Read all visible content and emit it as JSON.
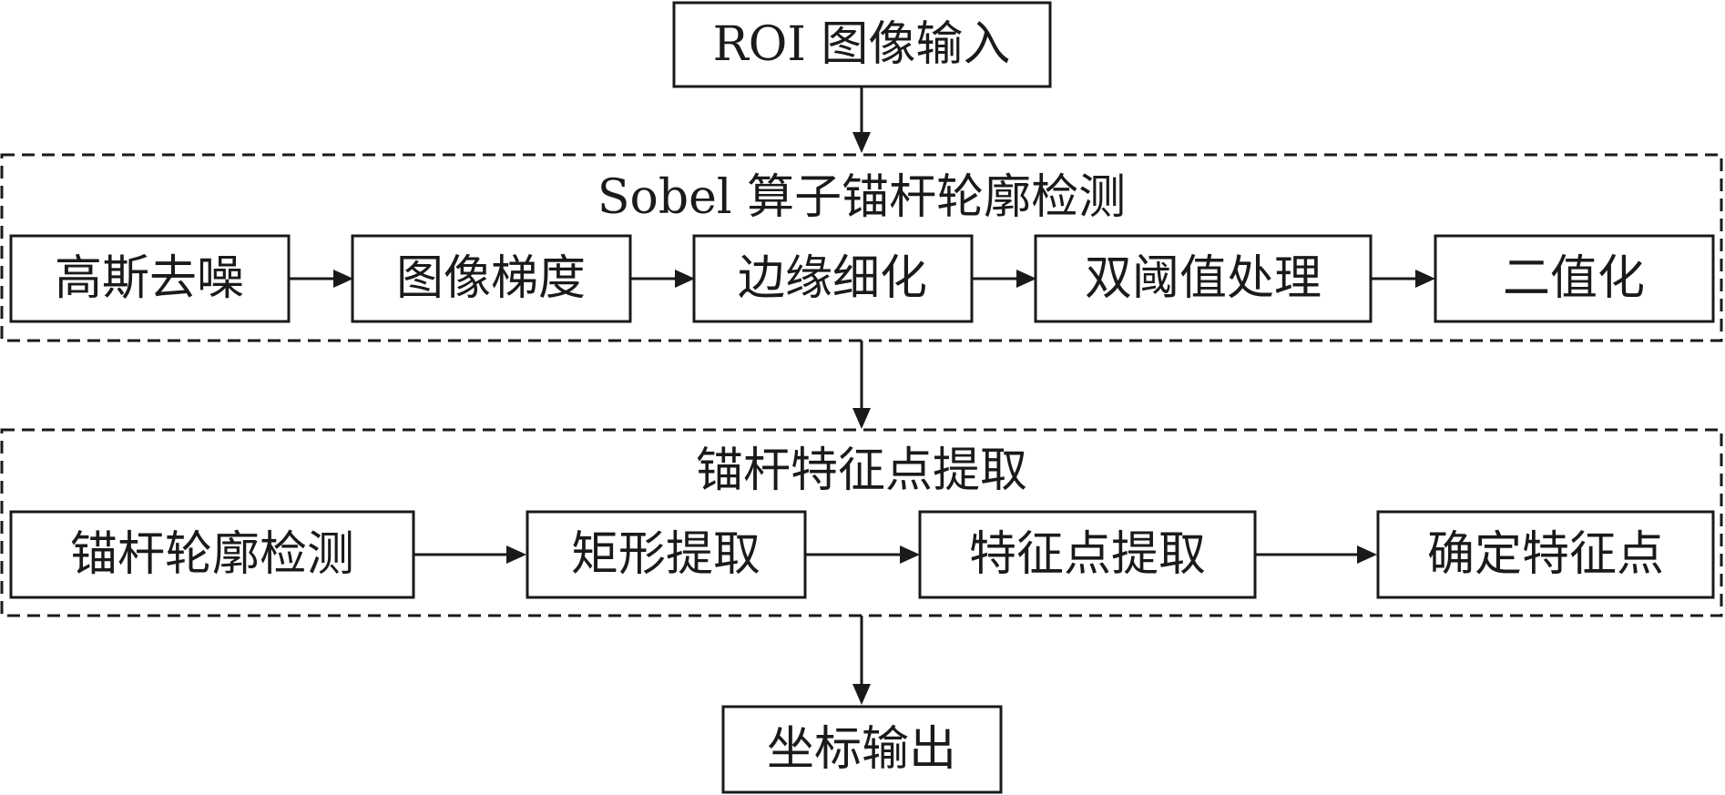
{
  "input": {
    "label": "ROI 图像输入"
  },
  "groups": [
    {
      "title": "Sobel 算子锚杆轮廓检测",
      "steps": [
        "高斯去噪",
        "图像梯度",
        "边缘细化",
        "双阈值处理",
        "二值化"
      ]
    },
    {
      "title": "锚杆特征点提取",
      "steps": [
        "锚杆轮廓检测",
        "矩形提取",
        "特征点提取",
        "确定特征点"
      ]
    }
  ],
  "output": {
    "label": "坐标输出"
  }
}
